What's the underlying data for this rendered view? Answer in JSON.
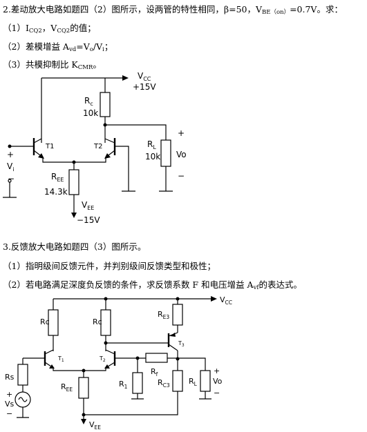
{
  "problem2": {
    "title": "2.差动放大电路如题四（2）图所示，设两管的特性相同，β=50，V",
    "title_sub": "BE（on）",
    "title_tail": "=0.7V。求：",
    "q1_pre": "（1）I",
    "q1_sub1": "CQ2",
    "q1_mid": "，V",
    "q1_sub2": "CQ2",
    "q1_tail": "的值；",
    "q2_pre": "（2）差模增益 A",
    "q2_sub": "vd",
    "q2_tail": "=V",
    "q2_sub2": "o",
    "q2_tail2": "/V",
    "q2_sub3": "i",
    "q2_end": "；",
    "q3_pre": "（3）共模抑制比 K",
    "q3_sub": "CMR",
    "q3_tail": "。"
  },
  "circuit1": {
    "vcc": "V",
    "vcc_sub": "CC",
    "vcc_value": "+15V",
    "rc": "R",
    "rc_sub": "c",
    "rc_value": "10k",
    "t1": "T1",
    "t2": "T2",
    "rl": "R",
    "rl_sub": "L",
    "rl_value": "10k",
    "vo": "Vo",
    "plus": "+",
    "minus": "−",
    "vi": "V",
    "vi_sub": "i",
    "ree": "R",
    "ree_sub": "EE",
    "ree_value": "14.3k",
    "vee": "V",
    "vee_sub": "EE",
    "vee_value": "−15V"
  },
  "problem3": {
    "title": "3.反馈放大电路如题四（3）图所示。",
    "q1": "（1）指明级间反馈元件，并判别级间反馈类型和极性；",
    "q2_pre": "（2）若电路满足深度负反馈的条件，求反馈系数 F 和电压增益 A",
    "q2_sub": "vf",
    "q2_tail": "的表达式。"
  },
  "circuit2": {
    "vcc": "V",
    "vcc_sub": "CC",
    "rc": "Rc",
    "re3": "R",
    "re3_sub": "E3",
    "t3": "T",
    "t3_sub": "3",
    "t1": "T",
    "t1_sub": "1",
    "t2": "T",
    "t2_sub": "2",
    "rf": "R",
    "rf_sub": "f",
    "rs": "Rs",
    "vs": "Vs",
    "ree": "R",
    "ree_sub": "EE",
    "r1": "R",
    "r1_sub": "1",
    "rc3": "R",
    "rc3_sub": "C3",
    "rl": "R",
    "rl_sub": "L",
    "vo": "Vo",
    "plus": "+",
    "minus": "−",
    "vee": "V",
    "vee_sub": "EE"
  }
}
